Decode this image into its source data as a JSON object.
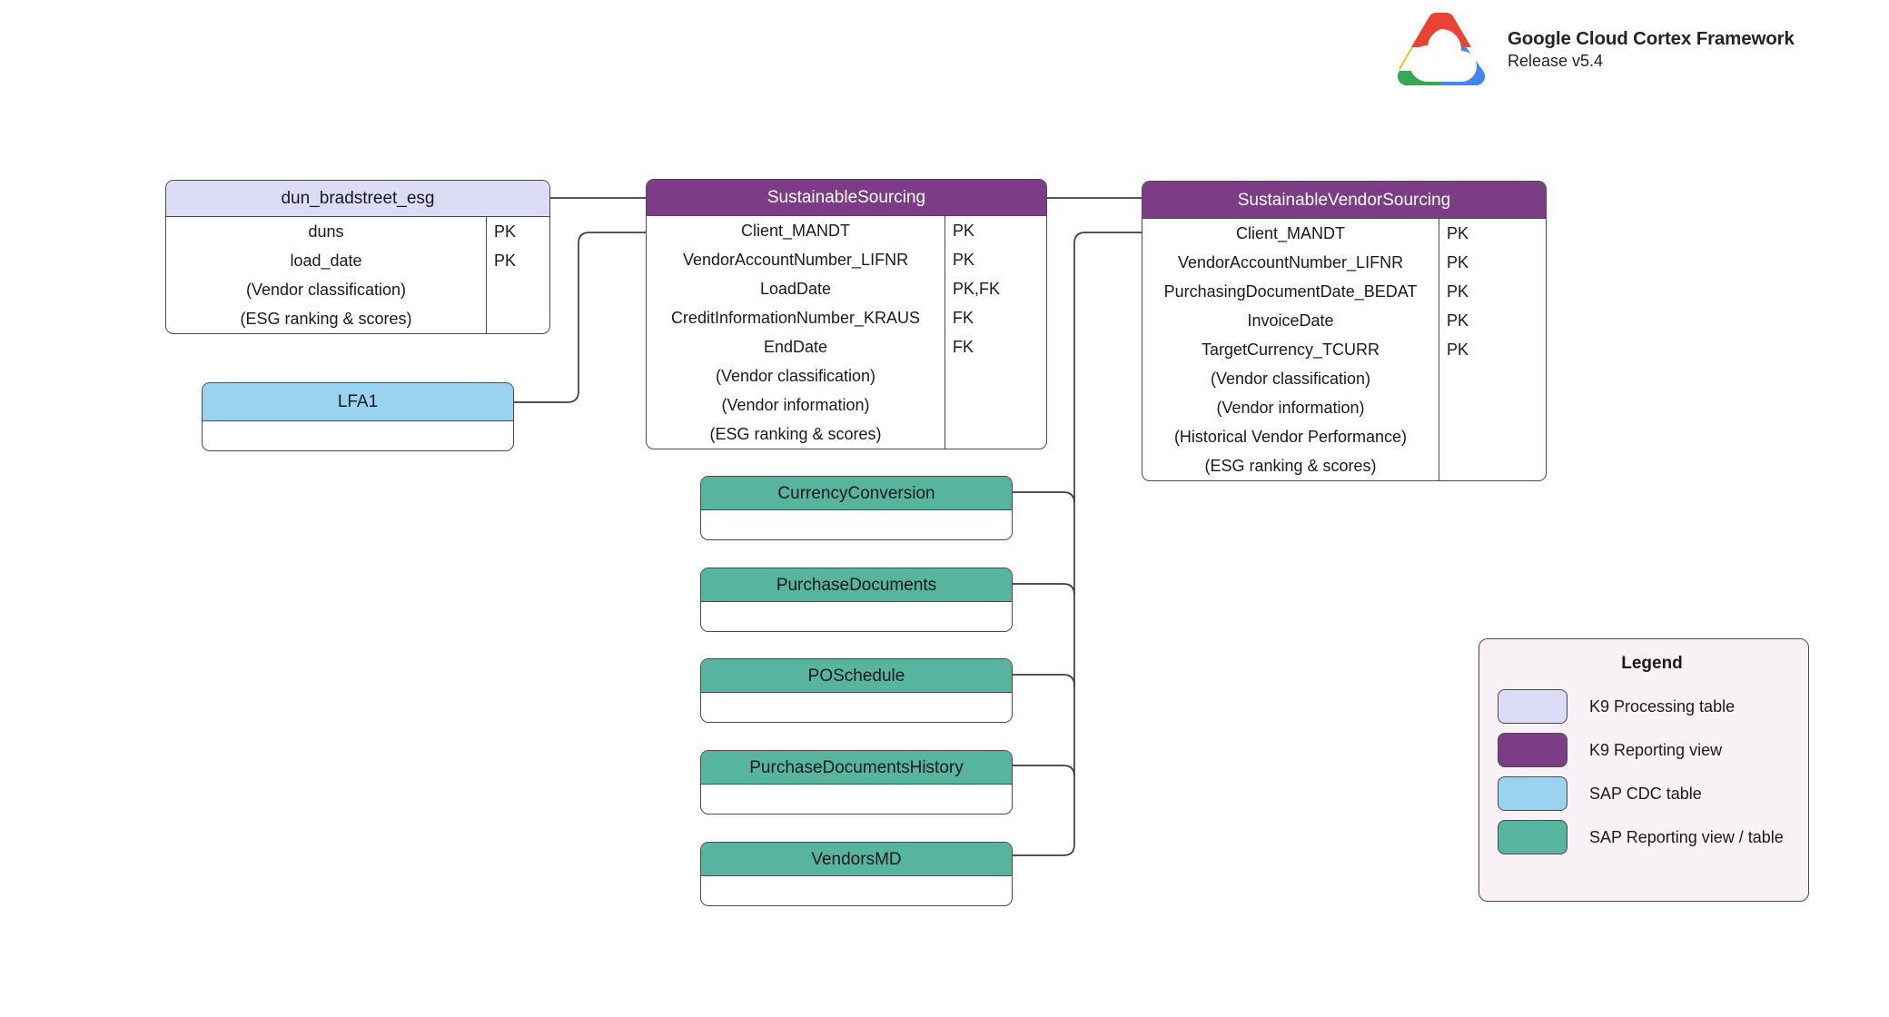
{
  "brand": {
    "logo_icon": "google-cloud-logo",
    "title": "Google Cloud Cortex Framework",
    "release": "Release v5.4"
  },
  "palette": {
    "k9_processing_table": "#dcdcf7",
    "k9_reporting_view": "#7d3c86",
    "sap_cdc_table": "#9ad3ef",
    "sap_reporting_view": "#57b49e",
    "border": "#4a4a4a",
    "legend_bg": "#f8f2f6",
    "canvas_bg": "#ffffff"
  },
  "entities": [
    {
      "id": "dun_bradstreet_esg",
      "name": "dun_bradstreet_esg",
      "kind": "K9 Processing table",
      "fields": [
        {
          "name": "duns",
          "key": "PK"
        },
        {
          "name": "load_date",
          "key": "PK"
        },
        {
          "name": "(Vendor classification)",
          "key": ""
        },
        {
          "name": "(ESG ranking & scores)",
          "key": ""
        }
      ]
    },
    {
      "id": "lfa1",
      "name": "LFA1",
      "kind": "SAP CDC table",
      "fields": [
        {
          "name": "",
          "key": ""
        }
      ]
    },
    {
      "id": "sustainable_sourcing",
      "name": "SustainableSourcing",
      "kind": "K9 Reporting view",
      "fields": [
        {
          "name": "Client_MANDT",
          "key": "PK"
        },
        {
          "name": "VendorAccountNumber_LIFNR",
          "key": "PK"
        },
        {
          "name": "LoadDate",
          "key": "PK,FK"
        },
        {
          "name": "CreditInformationNumber_KRAUS",
          "key": "FK"
        },
        {
          "name": "EndDate",
          "key": "FK"
        },
        {
          "name": "(Vendor classification)",
          "key": ""
        },
        {
          "name": "(Vendor information)",
          "key": ""
        },
        {
          "name": "(ESG ranking & scores)",
          "key": ""
        }
      ]
    },
    {
      "id": "sustainable_vendor_sourcing",
      "name": "SustainableVendorSourcing",
      "kind": "K9 Reporting view",
      "fields": [
        {
          "name": "Client_MANDT",
          "key": "PK"
        },
        {
          "name": "VendorAccountNumber_LIFNR",
          "key": "PK"
        },
        {
          "name": "PurchasingDocumentDate_BEDAT",
          "key": "PK"
        },
        {
          "name": "InvoiceDate",
          "key": "PK"
        },
        {
          "name": "TargetCurrency_TCURR",
          "key": "PK"
        },
        {
          "name": "(Vendor classification)",
          "key": ""
        },
        {
          "name": "(Vendor information)",
          "key": ""
        },
        {
          "name": "(Historical Vendor Performance)",
          "key": ""
        },
        {
          "name": "(ESG ranking & scores)",
          "key": ""
        }
      ]
    },
    {
      "id": "currency_conversion",
      "name": "CurrencyConversion",
      "kind": "SAP Reporting view / table",
      "fields": [
        {
          "name": "",
          "key": ""
        }
      ]
    },
    {
      "id": "purchase_documents",
      "name": "PurchaseDocuments",
      "kind": "SAP Reporting view / table",
      "fields": [
        {
          "name": "",
          "key": ""
        }
      ]
    },
    {
      "id": "po_schedule",
      "name": "POSchedule",
      "kind": "SAP Reporting view / table",
      "fields": [
        {
          "name": "",
          "key": ""
        }
      ]
    },
    {
      "id": "purchase_documents_history",
      "name": "PurchaseDocumentsHistory",
      "kind": "SAP Reporting view / table",
      "fields": [
        {
          "name": "",
          "key": ""
        }
      ]
    },
    {
      "id": "vendors_md",
      "name": "VendorsMD",
      "kind": "SAP Reporting view / table",
      "fields": [
        {
          "name": "",
          "key": ""
        }
      ]
    }
  ],
  "legend": {
    "title": "Legend",
    "items": [
      {
        "label": "K9 Processing table",
        "color": "#dcdcf7"
      },
      {
        "label": "K9 Reporting view",
        "color": "#7d3c86"
      },
      {
        "label": "SAP CDC table",
        "color": "#9ad3ef"
      },
      {
        "label": "SAP Reporting view / table",
        "color": "#57b49e"
      }
    ]
  }
}
